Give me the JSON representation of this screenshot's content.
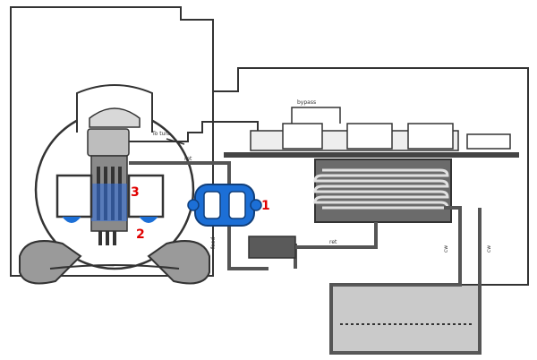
{
  "diagram": {
    "callouts": [
      {
        "id": "1",
        "text": "1"
      },
      {
        "id": "2",
        "text": "2"
      },
      {
        "id": "3",
        "text": "3"
      }
    ],
    "small_labels": [
      {
        "id": "top-pipe",
        "text": "To turb"
      },
      {
        "id": "bypass",
        "text": "bypass"
      },
      {
        "id": "return",
        "text": "ret"
      },
      {
        "id": "left-vertical",
        "text": "feed"
      },
      {
        "id": "middle-pipe",
        "text": "ret"
      },
      {
        "id": "right-left",
        "text": "cw"
      },
      {
        "id": "right-right",
        "text": "cw"
      }
    ],
    "colors": {
      "line": "#333333",
      "pipe_fill": "#e6e6e6",
      "dark_fill": "#555555",
      "blue": "#1c6fd6",
      "red": "#e00000",
      "tank_fill": "#6b6b6b"
    }
  }
}
